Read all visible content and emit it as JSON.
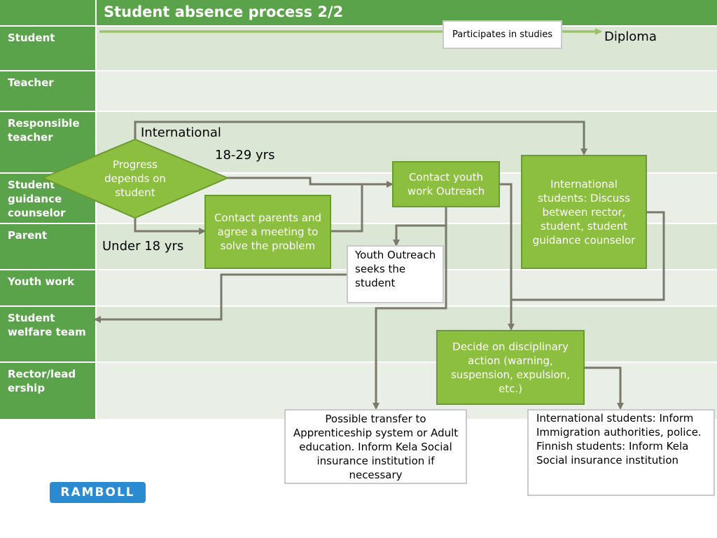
{
  "title": "Student absence process 2/2",
  "lanes": [
    {
      "label": "Student"
    },
    {
      "label": "Teacher"
    },
    {
      "label": "Responsible teacher"
    },
    {
      "label": "Student guidance counselor"
    },
    {
      "label": "Parent"
    },
    {
      "label": "Youth work"
    },
    {
      "label": "Student welfare team"
    },
    {
      "label": "Rector/lead ership"
    }
  ],
  "nodes": {
    "participates": "Participates in studies",
    "diploma": "Diploma",
    "decision": "Progress depends on student",
    "contact_parents": "Contact parents and agree a meeting to solve the problem",
    "contact_youth": "Contact youth work Outreach",
    "international_discuss": "International students: Discuss between rector, student, student guidance counselor",
    "youth_seeks": "Youth Outreach seeks the student",
    "disciplinary": "Decide on disciplinary action (warning, suspension, expulsion, etc.)",
    "transfer": "Possible transfer to Apprenticeship system or Adult education. Inform Kela Social insurance institution if necessary",
    "intl_inform": "International students: Inform Immigration authorities, police. Finnish students: Inform Kela Social insurance institution"
  },
  "edge_labels": {
    "international": "International",
    "age_18_29": "18-29 yrs",
    "under_18": "Under 18 yrs"
  },
  "logo": "RAMBOLL",
  "colors": {
    "lane_label": "#5aa34a",
    "lane_dark": "#dbe6d5",
    "lane_light": "#e9efe7",
    "box_fill": "#8cbf3f",
    "arrow": "#7a7a6a",
    "student_arrow": "#9cc36b",
    "logo": "#2a8bd0"
  }
}
